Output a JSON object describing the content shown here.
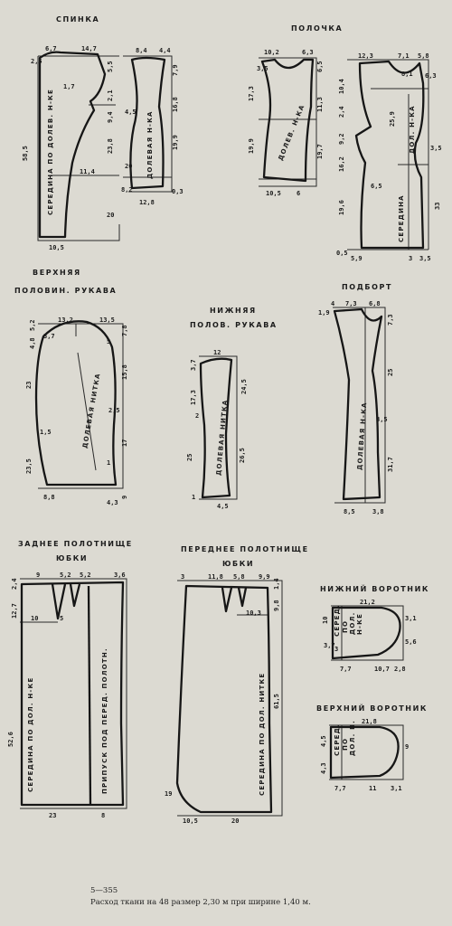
{
  "titles": {
    "back": "СПИНКА",
    "front": "ПОЛОЧКА",
    "upper_sleeve_1": "ВЕРХНЯЯ",
    "upper_sleeve_2": "ПОЛОВИН. РУКАВА",
    "lower_sleeve_1": "НИЖНЯЯ",
    "lower_sleeve_2": "ПОЛОВ. РУКАВА",
    "facing": "ПОДБОРТ",
    "back_skirt_1": "ЗАДНЕЕ ПОЛОТНИЩЕ",
    "back_skirt_2": "ЮБКИ",
    "front_skirt_1": "ПЕРЕДНЕЕ ПОЛОТНИЩЕ",
    "front_skirt_2": "ЮБКИ",
    "under_collar": "НИЖНИЙ ВОРОТНИК",
    "upper_collar": "ВЕРХНИЙ ВОРОТНИК"
  },
  "labels": {
    "back_center": "СЕРЕДИНА ПО ДОЛЕВ. Н-КЕ",
    "back_side": "ДОЛЕВАЯ Н-КА",
    "front_side": "ДОЛЕВ. Н-КА",
    "front_main": "ДОЛ. Н-КА",
    "front_center": "СЕРЕДИНА",
    "upper_sleeve": "ДОЛЕВАЯ НИТКА",
    "lower_sleeve": "ДОЛЕВАЯ НИТКА",
    "facing": "ДОЛЕВАЯ Н-КА",
    "back_skirt_center": "СЕРЕДИНА ПО ДОЛ. Н-КЕ",
    "back_skirt_allowance": "ПРИПУСК ПОД ПЕРЕД. ПОЛОТН.",
    "front_skirt_center": "СЕРЕДИНА ПО ДОЛ. НИТКЕ",
    "under_collar_1": "СЕРЕД.",
    "under_collar_2": "ПО",
    "under_collar_3": "ДОЛ.",
    "under_collar_4": "Н-КЕ",
    "upper_collar_1": "СЕРЕД.",
    "upper_collar_2": "ПО",
    "upper_collar_3": "ДОЛ. Н."
  },
  "dims": {
    "b1": "6,7",
    "b2": "14,7",
    "b3": "2,5",
    "b4": "1,7",
    "b5": "58,5",
    "b6": "11,4",
    "b7": "10,5",
    "b8": "8,4",
    "b9": "4,4",
    "b10": "5,5",
    "b11": "2,1",
    "b12": "9,4",
    "b13": "23,8",
    "b14": "20",
    "b15": "7,9",
    "b16": "16,8",
    "b17": "19,9",
    "b18": "0,3",
    "b19": "12,8",
    "b20": "8,2",
    "b21": "4,5",
    "b22": "20",
    "f1": "10,2",
    "f2": "6,3",
    "f3": "3,5",
    "f4": "17,3",
    "f5": "19,9",
    "f6": "10,5",
    "f7": "6",
    "f8": "11,3",
    "f9": "6,5",
    "f10": "19,7",
    "f11": "12,3",
    "f12": "7,1",
    "f13": "5,8",
    "f14": "10,4",
    "f15": "2,4",
    "f16": "9,2",
    "f17": "16,2",
    "f18": "6,5",
    "f19": "19,6",
    "f20": "0,5",
    "f21": "5,9",
    "f22": "3",
    "f23": "3,5",
    "f24": "25,9",
    "f25": "8,1",
    "f26": "6,3",
    "f27": "3,5",
    "f28": "33",
    "s1": "13,2",
    "s2": "13,5",
    "s3": "5,2",
    "s4": "4,8",
    "s5": "3,7",
    "s6": "5",
    "s7": "7,8",
    "s8": "23",
    "s9": "15,8",
    "s10": "2,5",
    "s11": "1,5",
    "s12": "17",
    "s13": "23,5",
    "s14": "1",
    "s15": "9",
    "s16": "8,8",
    "s17": "4,3",
    "l1": "12",
    "l2": "3,7",
    "l3": "17,3",
    "l4": "24,5",
    "l5": "2",
    "l6": "25",
    "l7": "26,5",
    "l8": "1",
    "l9": "4,5",
    "p1": "4",
    "p2": "7,3",
    "p3": "6,8",
    "p4": "1,9",
    "p5": "7,3",
    "p6": "25",
    "p7": "3,5",
    "p8": "31,7",
    "p9": "8,5",
    "p10": "3,8",
    "k1": "9",
    "k2": "5,2",
    "k3": "5,2",
    "k4": "3,6",
    "k5": "2,4",
    "k6": "12,7",
    "k7": "10",
    "k8": "5",
    "k9": "52,6",
    "k10": "23",
    "k11": "8",
    "r1": "3",
    "r2": "11,8",
    "r3": "5,8",
    "r4": "9,9",
    "r5": "1,4",
    "r6": "9,8",
    "r7": "10,3",
    "r8": "61,5",
    "r9": "19",
    "r10": "10,5",
    "r11": "20",
    "c1": "21,2",
    "c2": "10",
    "c3": "3,7",
    "c4": "3,1",
    "c5": "5,6",
    "c6": "7,7",
    "c7": "10,7",
    "c8": "2,8",
    "c9": "3",
    "u1": "21,8",
    "u2": "4,5",
    "u3": "4,3",
    "u4": "9",
    "u5": "7,7",
    "u6": "11",
    "u7": "3,1"
  },
  "footer": {
    "code": "5—355",
    "consumption": "Расход ткани на 48 размер 2,30 м при ширине 1,40 м."
  }
}
